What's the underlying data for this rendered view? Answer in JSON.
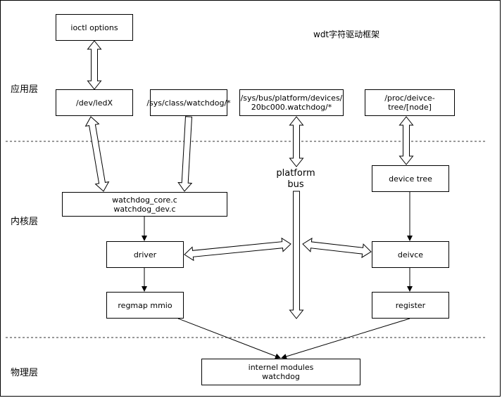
{
  "title": "wdt字符驱动框架",
  "layers": {
    "app": "应用层",
    "kernel": "内核层",
    "physical": "物理层"
  },
  "boxes": {
    "ioctl": "ioctl options",
    "dev_led": "/dev/ledX",
    "sys_class": "/sys/class/watchdog/*",
    "sys_bus": "/sys/bus/platform/devices/\n20bc000.watchdog/*",
    "proc_tree": "/proc/deivce-tree/[node]",
    "device_tree": "device tree",
    "watchdog_core": "watchdog_core.c\nwatchdog_dev.c",
    "driver": "driver",
    "deivce": "deivce",
    "regmap": "regmap mmio",
    "register": "register",
    "internel": "internel modules\nwatchdog"
  },
  "platform_bus": "platform\nbus"
}
